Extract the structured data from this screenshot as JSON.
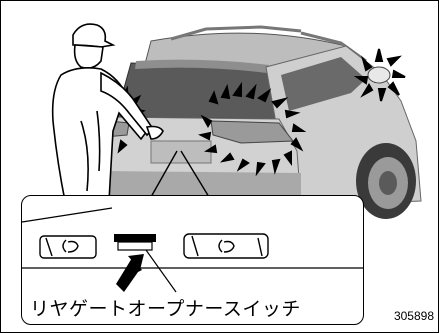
{
  "figure": {
    "caption": "リヤゲートオープナースイッチ",
    "figure_id": "305898"
  },
  "icons": [
    "person-figure",
    "suv-rear-view",
    "flash-burst",
    "arrow-icon"
  ],
  "colors": {
    "car_body": "#c9c9c9",
    "car_dark": "#6f6f6f",
    "line": "#000000",
    "background": "#ffffff"
  }
}
